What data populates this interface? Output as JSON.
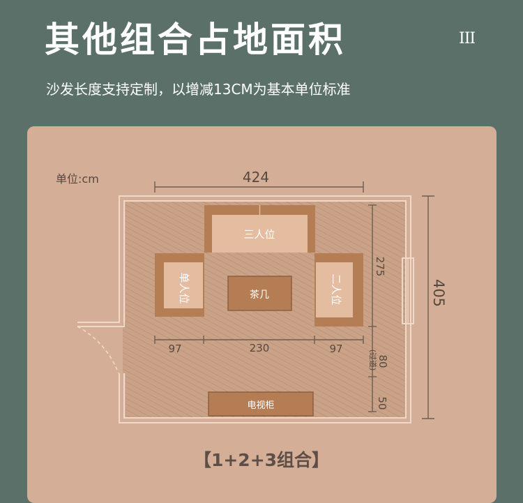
{
  "header": {
    "title": "其他组合占地面积",
    "roman_numeral": "III",
    "subtitle": "沙发长度支持定制，以增减13CM为基本单位标准"
  },
  "diagram": {
    "unit_label": "单位:cm",
    "width_total": "424",
    "height_total": "405",
    "height_sofa_zone": "275",
    "height_aisle": "80",
    "aisle_note": "(过道)",
    "height_tv_zone": "50",
    "bottom_left": "97",
    "bottom_middle": "230",
    "bottom_right": "97",
    "furniture": {
      "three_seat": "三人位",
      "single_seat": "单人位",
      "two_seat": "二人位",
      "coffee_table": "茶几",
      "tv_cabinet": "电视柜"
    },
    "colors": {
      "card": "#d5ae97",
      "floor": "#c9a287",
      "sofa_frame": "#b57d54",
      "sofa_cushion": "#e4bc9f",
      "wall": "#f0d9c8",
      "dim_line": "#6e5d52"
    }
  },
  "caption": "【1+2+3组合】"
}
